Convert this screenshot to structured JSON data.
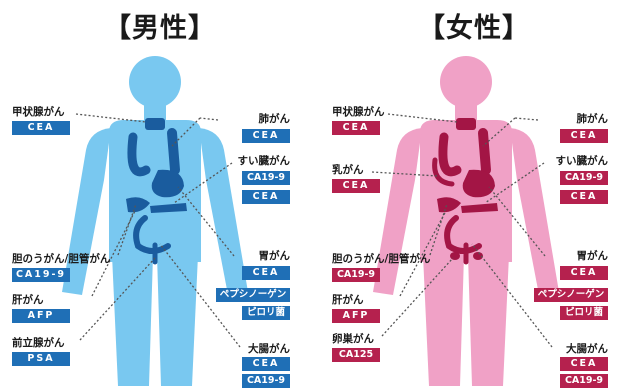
{
  "male": {
    "title": "【男性】",
    "colors": {
      "body": "#79c8f0",
      "organ": "#1a5c9e",
      "badge": "#1f6fb6"
    },
    "left": [
      {
        "label": "甲状腺がん",
        "badges": [
          "CEA"
        ]
      },
      {
        "label": "胆のうがん/胆管がん",
        "badges": [
          "CA19-9"
        ]
      },
      {
        "label": "肝がん",
        "badges": [
          "AFP"
        ]
      },
      {
        "label": "前立腺がん",
        "badges": [
          "PSA"
        ]
      }
    ],
    "right": [
      {
        "label": "肺がん",
        "badges": [
          "CEA"
        ]
      },
      {
        "label": "すい臓がん",
        "badges": [
          "CA19-9",
          "CEA"
        ]
      },
      {
        "label": "胃がん",
        "badges": [
          "CEA",
          "ペプシノーゲン",
          "ピロリ菌"
        ]
      },
      {
        "label": "大腸がん",
        "badges": [
          "CEA",
          "CA19-9"
        ]
      }
    ]
  },
  "female": {
    "title": "【女性】",
    "colors": {
      "body": "#f0a1c6",
      "organ": "#a31545",
      "badge": "#b5214e"
    },
    "left": [
      {
        "label": "甲状腺がん",
        "badges": [
          "CEA"
        ]
      },
      {
        "label": "乳がん",
        "badges": [
          "CEA"
        ]
      },
      {
        "label": "胆のうがん/胆管がん",
        "badges": [
          "CA19-9"
        ]
      },
      {
        "label": "肝がん",
        "badges": [
          "AFP"
        ]
      },
      {
        "label": "卵巣がん",
        "badges": [
          "CA125"
        ]
      }
    ],
    "right": [
      {
        "label": "肺がん",
        "badges": [
          "CEA"
        ]
      },
      {
        "label": "すい臓がん",
        "badges": [
          "CA19-9",
          "CEA"
        ]
      },
      {
        "label": "胃がん",
        "badges": [
          "CEA",
          "ペプシノーゲン",
          "ピロリ菌"
        ]
      },
      {
        "label": "大腸がん",
        "badges": [
          "CEA",
          "CA19-9"
        ]
      }
    ]
  }
}
